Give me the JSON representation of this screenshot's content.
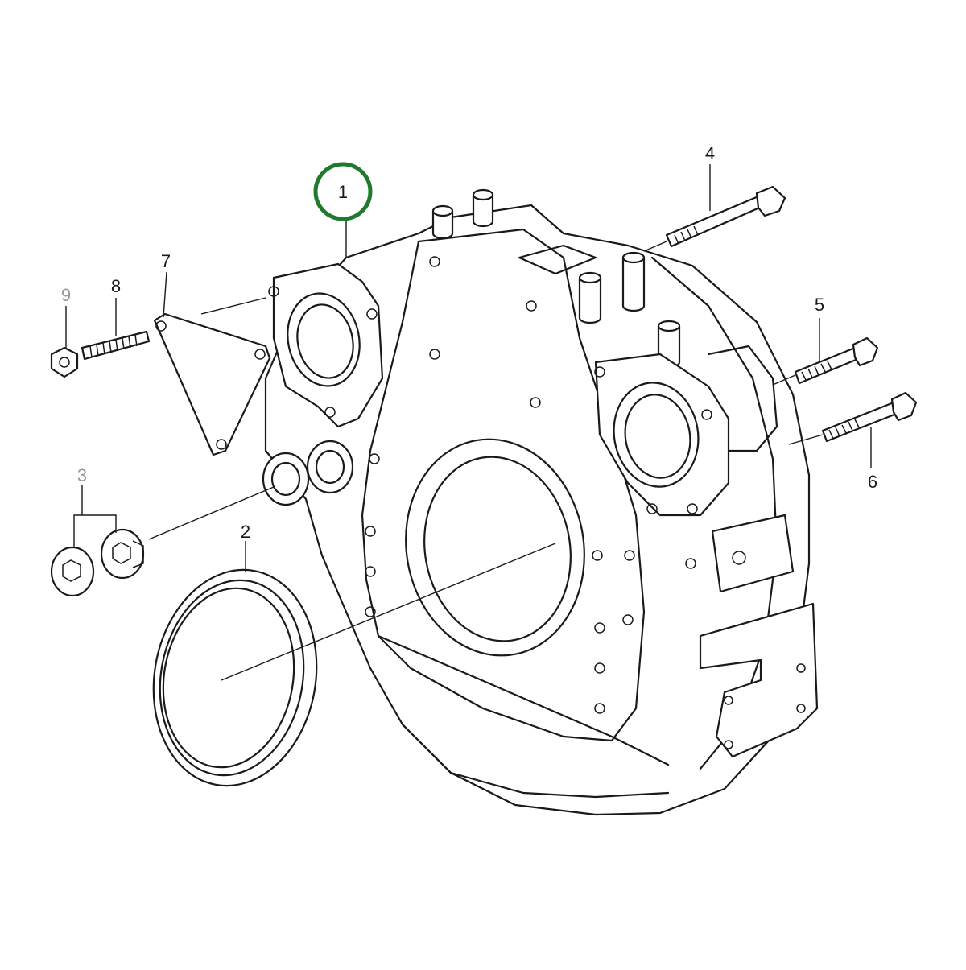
{
  "diagram": {
    "callouts": [
      {
        "id": "1",
        "label": "1",
        "highlighted": true
      },
      {
        "id": "2",
        "label": "2"
      },
      {
        "id": "3",
        "label": "3",
        "muted": true
      },
      {
        "id": "4",
        "label": "4"
      },
      {
        "id": "5",
        "label": "5"
      },
      {
        "id": "6",
        "label": "6"
      },
      {
        "id": "7",
        "label": "7"
      },
      {
        "id": "8",
        "label": "8"
      },
      {
        "id": "9",
        "label": "9",
        "muted": true
      }
    ],
    "colors": {
      "highlight": "#1f7a2e",
      "line": "#1a1a1a",
      "muted": "#9a9a9a",
      "background": "#ffffff"
    }
  }
}
